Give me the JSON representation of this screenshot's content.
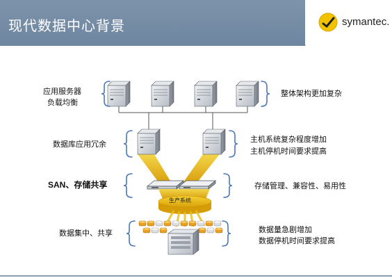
{
  "header": {
    "title": "现代数据中心背景",
    "logo_text": "symantec.",
    "logo_color": "#f2c200",
    "bar_color": "#7890a8"
  },
  "diagram": {
    "left_labels": {
      "app_servers_line1": "应用服务器",
      "app_servers_line2": "负载均衡",
      "db_redundancy": "数据库应用冗余",
      "san_storage": "SAN、存储共享",
      "data_sharing": "数据集中、共享"
    },
    "right_labels": {
      "complexity": "整体架构更加复杂",
      "host_line1": "主机系统复杂程度增加",
      "host_line2": "主机停机时间要求提高",
      "storage_mgmt": "存储管理、兼容性、易用性",
      "data_line1": "数据量急剧增加",
      "data_line2": "数据停机时间要求提高"
    },
    "production_label": "生产系统",
    "colors": {
      "beam": "#e8c01a",
      "disk": "#e8a020",
      "server": "#c8ccd2",
      "bracket": "#4b76b8"
    }
  }
}
